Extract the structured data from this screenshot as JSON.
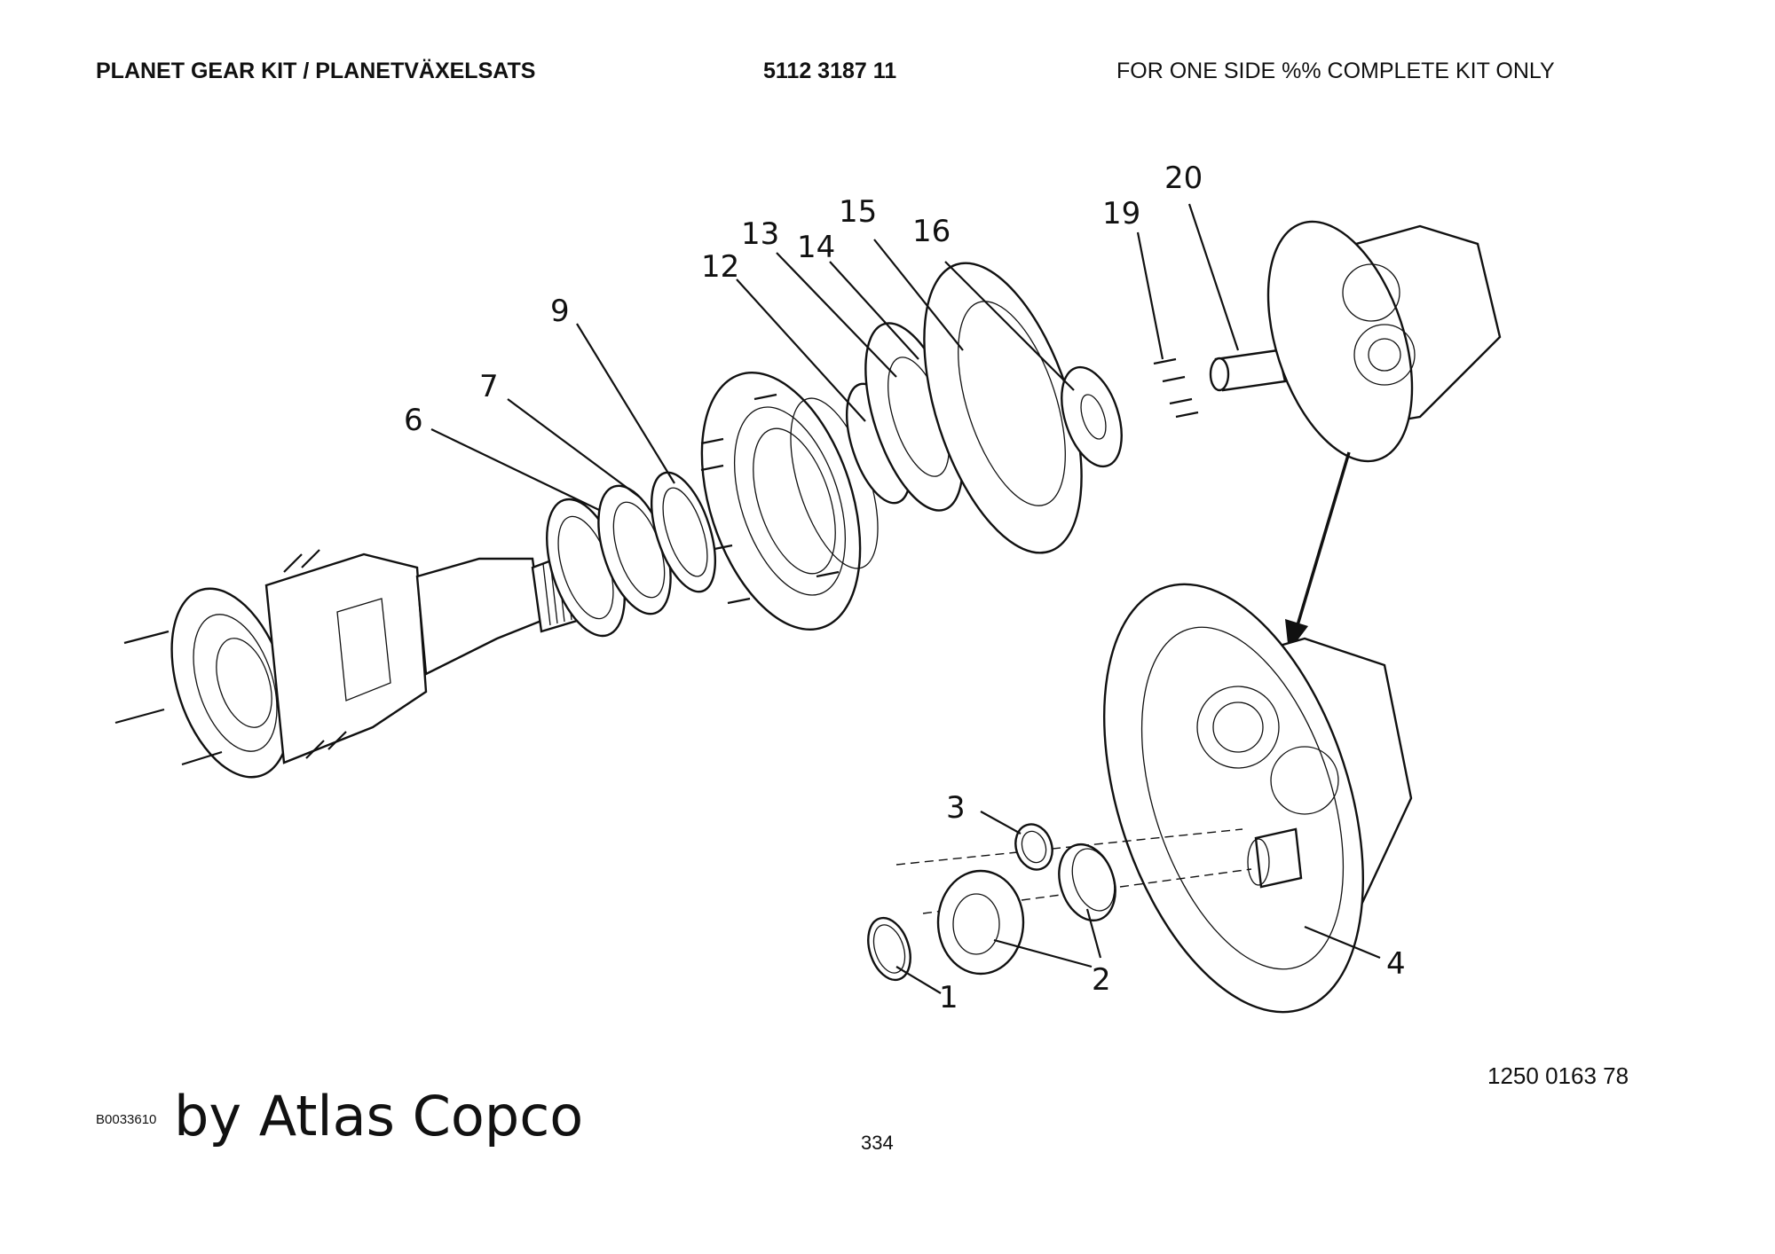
{
  "header": {
    "title": "PLANET GEAR KIT / PLANETVÄXELSATS",
    "part_number": "5112 3187 11",
    "note": "FOR ONE SIDE %% COMPLETE KIT ONLY"
  },
  "callouts": [
    "1",
    "2",
    "3",
    "4",
    "6",
    "7",
    "9",
    "12",
    "13",
    "14",
    "15",
    "16",
    "19",
    "20"
  ],
  "footer": {
    "doc_id": "B0033610",
    "brand": "by Atlas Copco",
    "page_number": "334",
    "reference": "1250 0163 78"
  }
}
